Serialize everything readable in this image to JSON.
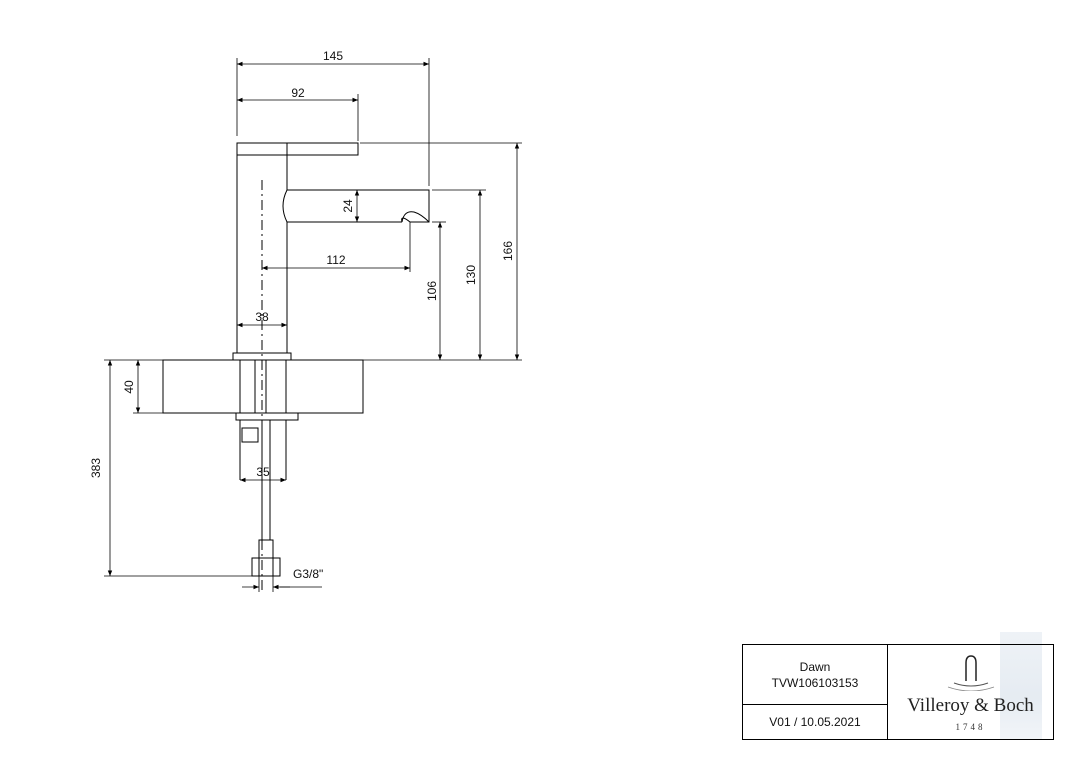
{
  "dimensions": {
    "width_total": "145",
    "width_lever": "92",
    "spout_height_inner": "24",
    "spout_reach": "112",
    "body_diameter": "38",
    "spout_outlet_height": "106",
    "spout_top_height": "130",
    "total_height": "166",
    "deck_thickness": "40",
    "hose_length": "383",
    "shank_diameter": "35",
    "connection_thread": "G3/8\""
  },
  "title_block": {
    "product_name": "Dawn",
    "article_number": "TVW106103153",
    "version_date": "V01 / 10.05.2021",
    "brand_name": "Villeroy & Boch",
    "brand_year": "1748"
  }
}
